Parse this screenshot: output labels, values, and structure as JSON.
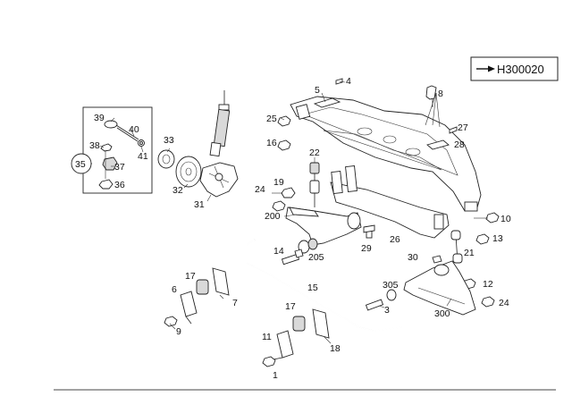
{
  "diagram": {
    "code": "H300020",
    "labels": {
      "l1": "1",
      "l3": "3",
      "l4": "4",
      "l5": "5",
      "l6": "6",
      "l7": "7",
      "l8": "8",
      "l9": "9",
      "l10": "10",
      "l11": "11",
      "l12": "12",
      "l13": "13",
      "l14": "14",
      "l15": "15",
      "l16": "16",
      "l17a": "17",
      "l17b": "17",
      "l18": "18",
      "l19": "19",
      "l21": "21",
      "l22": "22",
      "l24a": "24",
      "l24b": "24",
      "l25": "25",
      "l26": "26",
      "l27": "27",
      "l28": "28",
      "l29": "29",
      "l30": "30",
      "l31": "31",
      "l32": "32",
      "l33": "33",
      "l35": "35",
      "l36": "36",
      "l37": "37",
      "l38": "38",
      "l39": "39",
      "l40": "40",
      "l41": "41",
      "l200": "200",
      "l205": "205",
      "l300": "300",
      "l305": "305"
    }
  }
}
